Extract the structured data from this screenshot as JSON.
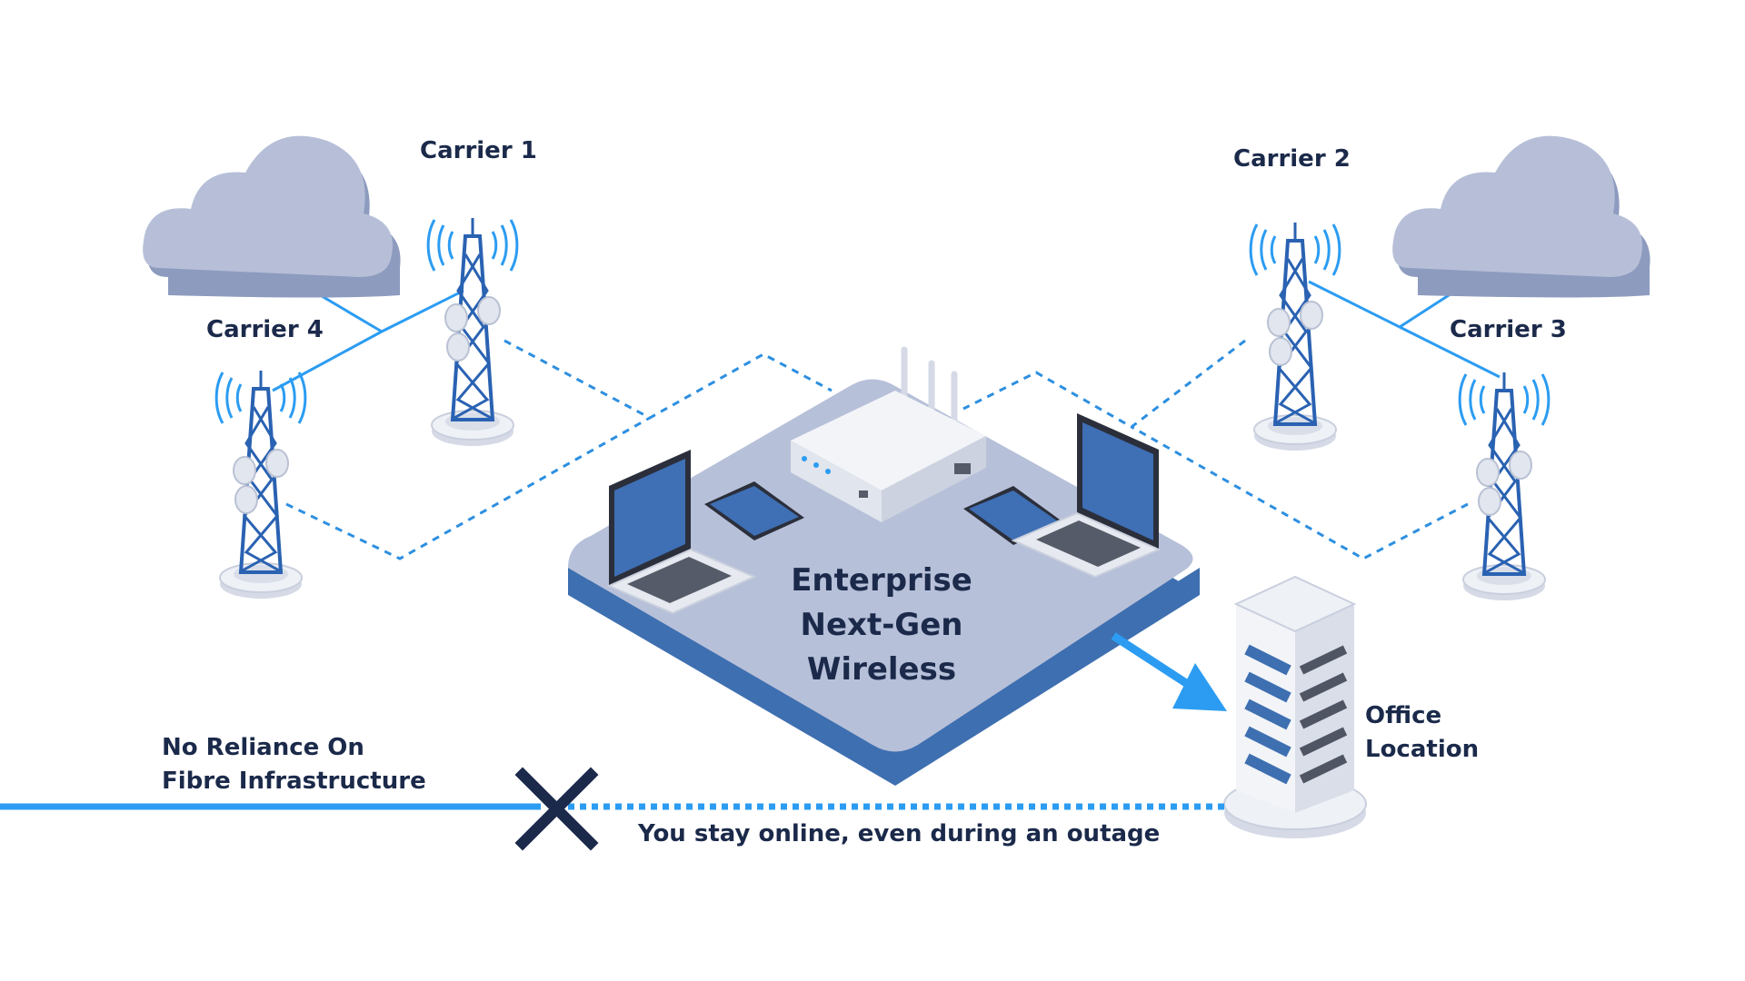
{
  "carriers": [
    {
      "label": "Carrier 1"
    },
    {
      "label": "Carrier 2"
    },
    {
      "label": "Carrier 3"
    },
    {
      "label": "Carrier 4"
    }
  ],
  "hub": {
    "lines": [
      "Enterprise",
      "Next-Gen",
      "Wireless"
    ]
  },
  "office": {
    "lines": [
      "Office",
      "Location"
    ]
  },
  "fibre": {
    "lines": [
      "No Reliance On",
      "Fibre Infrastructure"
    ]
  },
  "caption": "You stay online, even during an outage",
  "colors": {
    "text": "#1b2a4a",
    "link": "#2b9cf2",
    "dashed": "#2d8fe0",
    "platform_top": "#b7c0d9",
    "platform_side": "#3e6fb0",
    "cloud": "#b7bfd8",
    "cloud_shade": "#8d9bbf",
    "tower": "#2a62b2",
    "cross": "#1b2a4a"
  }
}
